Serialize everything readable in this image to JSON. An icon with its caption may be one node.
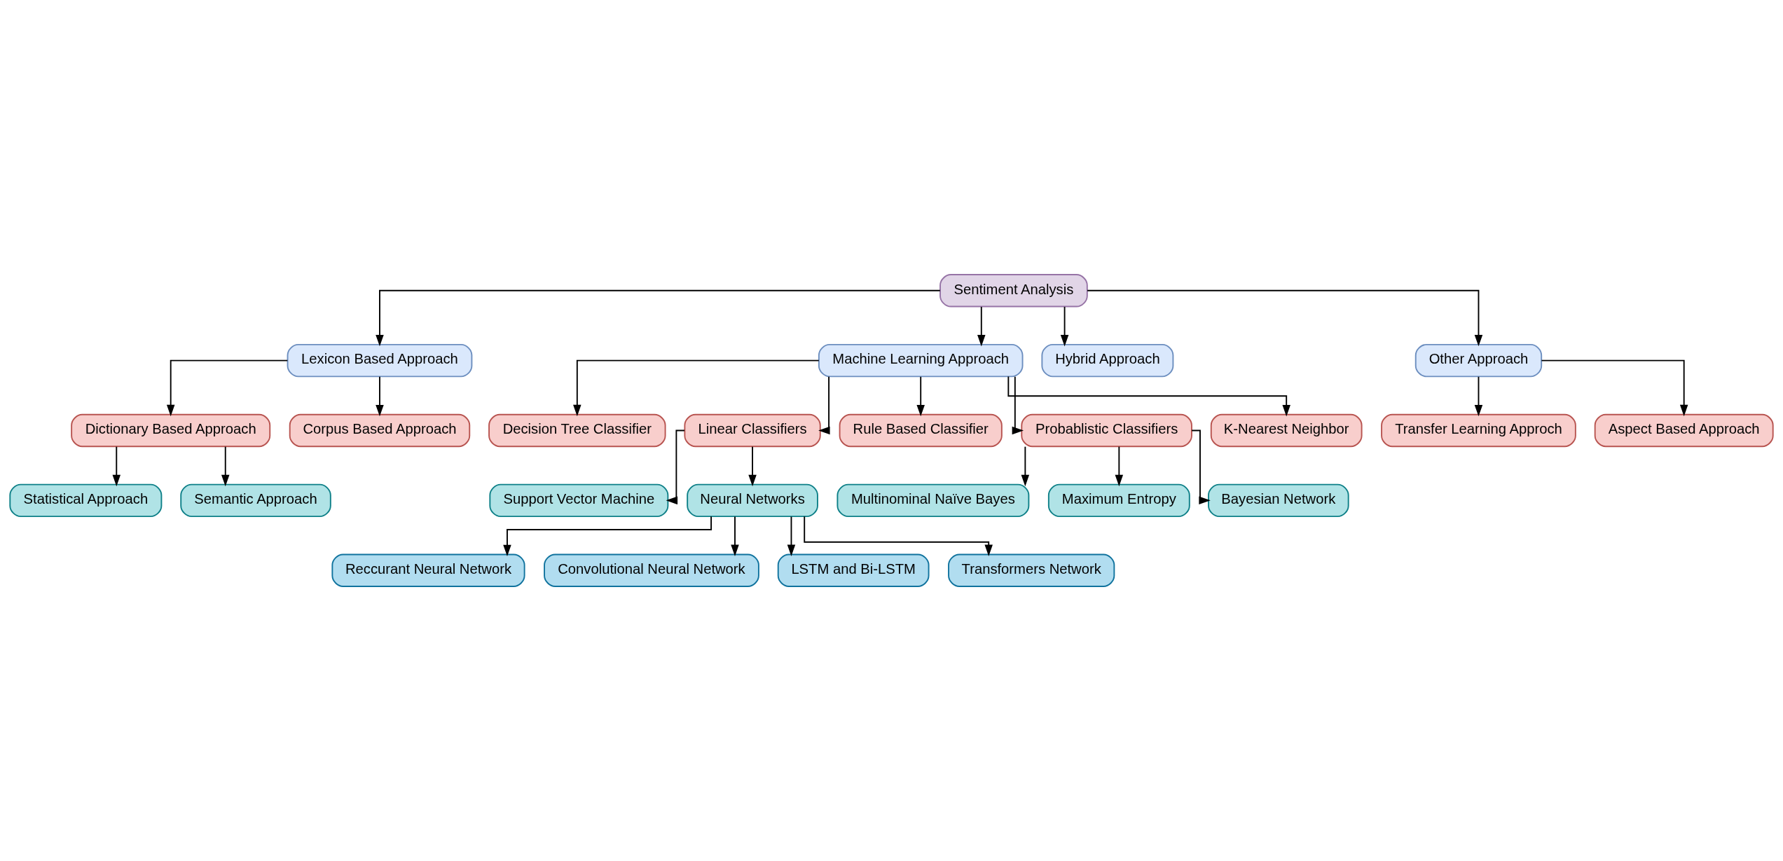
{
  "diagram": {
    "nodes": [
      {
        "text": [
          "Sentiment Analysis"
        ]
      },
      {
        "text": [
          "Lexicon Based Approach"
        ]
      },
      {
        "text": [
          "Machine Learning Approach"
        ]
      },
      {
        "text": [
          "Hybrid Approach"
        ]
      },
      {
        "text": [
          "Other Approach"
        ]
      },
      {
        "text": [
          "Dictionary Based Approach"
        ]
      },
      {
        "text": [
          "Corpus Based Approach"
        ]
      },
      {
        "text": [
          "Statistical Approach"
        ]
      },
      {
        "text": [
          "Semantic Approach"
        ]
      },
      {
        "text": [
          "Decision Tree Classifier"
        ]
      },
      {
        "text": [
          "Linear Classifiers"
        ]
      },
      {
        "text": [
          "Rule Based Classifier"
        ]
      },
      {
        "text": [
          "Probablistic Classifiers"
        ]
      },
      {
        "text": [
          "K-Nearest Neighbor"
        ]
      },
      {
        "text": [
          "Support Vector Machine"
        ]
      },
      {
        "text": [
          "Neural Networks"
        ]
      },
      {
        "text": [
          "Multinominal Naïve Bayes"
        ]
      },
      {
        "text": [
          "Maximum Entropy"
        ]
      },
      {
        "text": [
          "Bayesian Network"
        ]
      },
      {
        "text": [
          "Reccurant Neural Network"
        ]
      },
      {
        "text": [
          "Convolutional Neural Network"
        ]
      },
      {
        "text": [
          "LSTM and Bi-LSTM"
        ]
      },
      {
        "text": [
          "Transformers Network"
        ]
      },
      {
        "text": [
          "Transfer Learning Approch"
        ]
      },
      {
        "text": [
          "Aspect Based Approach"
        ]
      }
    ],
    "edges": [
      {
        "from": 0,
        "to": 1,
        "arrow": "to"
      },
      {
        "from": 0,
        "to": 2,
        "arrow": "to"
      },
      {
        "from": 0,
        "to": 3,
        "arrow": "to"
      },
      {
        "from": 0,
        "to": 4,
        "arrow": "to"
      },
      {
        "from": 1,
        "to": 5,
        "arrow": "to"
      },
      {
        "from": 1,
        "to": 6,
        "arrow": "to"
      },
      {
        "from": 5,
        "to": 7,
        "arrow": "to"
      },
      {
        "from": 5,
        "to": 8,
        "arrow": "to"
      },
      {
        "from": 2,
        "to": 9,
        "arrow": "to"
      },
      {
        "from": 2,
        "to": 10,
        "arrow": "to"
      },
      {
        "from": 2,
        "to": 11,
        "arrow": "to"
      },
      {
        "from": 2,
        "to": 12,
        "arrow": "to"
      },
      {
        "from": 2,
        "to": 13,
        "arrow": "to"
      },
      {
        "from": 10,
        "to": 14,
        "arrow": "to"
      },
      {
        "from": 10,
        "to": 15,
        "arrow": "to"
      },
      {
        "from": 12,
        "to": 16,
        "arrow": "to"
      },
      {
        "from": 12,
        "to": 17,
        "arrow": "to"
      },
      {
        "from": 12,
        "to": 18,
        "arrow": "to"
      },
      {
        "from": 15,
        "to": 19,
        "arrow": "to"
      },
      {
        "from": 15,
        "to": 20,
        "arrow": "to"
      },
      {
        "from": 15,
        "to": 21,
        "arrow": "to"
      },
      {
        "from": 15,
        "to": 22,
        "arrow": "to"
      },
      {
        "from": 4,
        "to": 23,
        "arrow": "to"
      },
      {
        "from": 4,
        "to": 24,
        "arrow": "to"
      }
    ]
  }
}
